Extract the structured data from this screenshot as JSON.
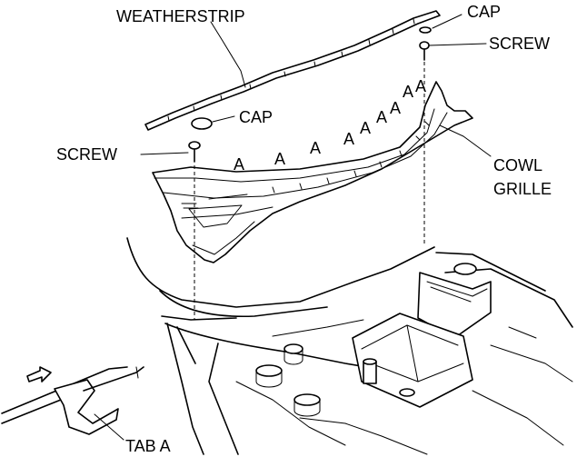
{
  "labels": {
    "weatherstrip": "WEATHERSTRIP",
    "cap_top": "CAP",
    "screw_right": "SCREW",
    "cap_left": "CAP",
    "screw_left": "SCREW",
    "cowl": "COWL",
    "grille": "GRILLE",
    "tab_a": "TAB A",
    "a_marker": "A"
  }
}
